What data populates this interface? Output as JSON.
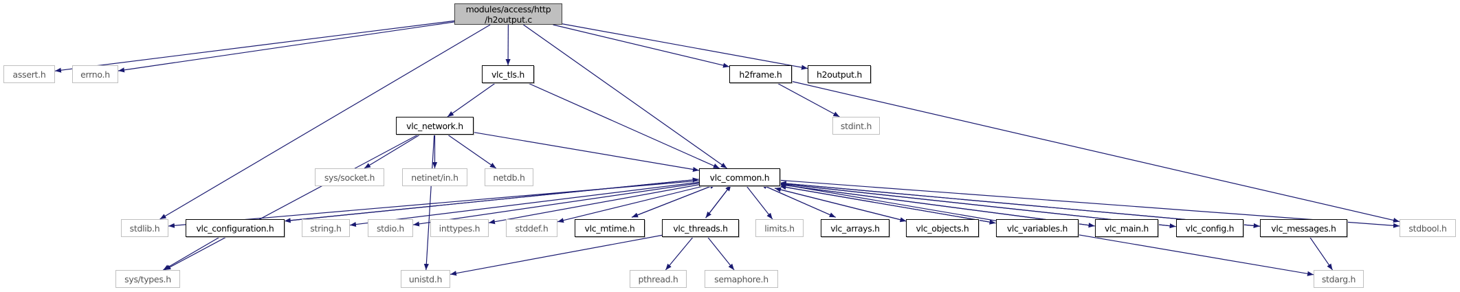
{
  "graph": {
    "edge_color": "#191970",
    "main_fill": "#bfbfbf",
    "nodes": [
      {
        "id": "main",
        "label": "modules/access/http\n/h2output.c",
        "kind": "main"
      },
      {
        "id": "assert",
        "label": "assert.h",
        "kind": "sys"
      },
      {
        "id": "errno",
        "label": "errno.h",
        "kind": "sys"
      },
      {
        "id": "vlc_tls",
        "label": "vlc_tls.h",
        "kind": "doc"
      },
      {
        "id": "h2frame",
        "label": "h2frame.h",
        "kind": "doc"
      },
      {
        "id": "h2output",
        "label": "h2output.h",
        "kind": "doc"
      },
      {
        "id": "vlc_network",
        "label": "vlc_network.h",
        "kind": "doc"
      },
      {
        "id": "stdint",
        "label": "stdint.h",
        "kind": "sys"
      },
      {
        "id": "sys_socket",
        "label": "sys/socket.h",
        "kind": "sys"
      },
      {
        "id": "netinet_in",
        "label": "netinet/in.h",
        "kind": "sys"
      },
      {
        "id": "netdb",
        "label": "netdb.h",
        "kind": "sys"
      },
      {
        "id": "vlc_common",
        "label": "vlc_common.h",
        "kind": "doc"
      },
      {
        "id": "stdlib",
        "label": "stdlib.h",
        "kind": "sys"
      },
      {
        "id": "vlc_configuration",
        "label": "vlc_configuration.h",
        "kind": "doc"
      },
      {
        "id": "string",
        "label": "string.h",
        "kind": "sys"
      },
      {
        "id": "stdio",
        "label": "stdio.h",
        "kind": "sys"
      },
      {
        "id": "inttypes",
        "label": "inttypes.h",
        "kind": "sys"
      },
      {
        "id": "stddef",
        "label": "stddef.h",
        "kind": "sys"
      },
      {
        "id": "vlc_mtime",
        "label": "vlc_mtime.h",
        "kind": "doc"
      },
      {
        "id": "vlc_threads",
        "label": "vlc_threads.h",
        "kind": "doc"
      },
      {
        "id": "limits",
        "label": "limits.h",
        "kind": "sys"
      },
      {
        "id": "vlc_arrays",
        "label": "vlc_arrays.h",
        "kind": "doc"
      },
      {
        "id": "vlc_objects",
        "label": "vlc_objects.h",
        "kind": "doc"
      },
      {
        "id": "vlc_variables",
        "label": "vlc_variables.h",
        "kind": "doc"
      },
      {
        "id": "vlc_main",
        "label": "vlc_main.h",
        "kind": "doc"
      },
      {
        "id": "vlc_config",
        "label": "vlc_config.h",
        "kind": "doc"
      },
      {
        "id": "vlc_messages",
        "label": "vlc_messages.h",
        "kind": "doc"
      },
      {
        "id": "stdbool",
        "label": "stdbool.h",
        "kind": "sys"
      },
      {
        "id": "sys_types",
        "label": "sys/types.h",
        "kind": "sys"
      },
      {
        "id": "unistd",
        "label": "unistd.h",
        "kind": "sys"
      },
      {
        "id": "pthread",
        "label": "pthread.h",
        "kind": "sys"
      },
      {
        "id": "semaphore",
        "label": "semaphore.h",
        "kind": "sys"
      },
      {
        "id": "stdarg",
        "label": "stdarg.h",
        "kind": "sys"
      }
    ],
    "edges": [
      [
        "main",
        "assert"
      ],
      [
        "main",
        "errno"
      ],
      [
        "main",
        "vlc_tls"
      ],
      [
        "main",
        "h2frame"
      ],
      [
        "main",
        "h2output"
      ],
      [
        "main",
        "stdlib"
      ],
      [
        "main",
        "vlc_common"
      ],
      [
        "vlc_tls",
        "vlc_network"
      ],
      [
        "vlc_tls",
        "vlc_common"
      ],
      [
        "h2frame",
        "stdint"
      ],
      [
        "h2frame",
        "stdbool"
      ],
      [
        "vlc_network",
        "sys_socket"
      ],
      [
        "vlc_network",
        "netinet_in"
      ],
      [
        "vlc_network",
        "netdb"
      ],
      [
        "vlc_network",
        "vlc_common"
      ],
      [
        "vlc_network",
        "sys_types"
      ],
      [
        "vlc_network",
        "unistd"
      ],
      [
        "vlc_common",
        "stdlib"
      ],
      [
        "vlc_common",
        "vlc_configuration"
      ],
      [
        "vlc_common",
        "string"
      ],
      [
        "vlc_common",
        "stdio"
      ],
      [
        "vlc_common",
        "inttypes"
      ],
      [
        "vlc_common",
        "stddef"
      ],
      [
        "vlc_common",
        "vlc_mtime"
      ],
      [
        "vlc_common",
        "vlc_threads"
      ],
      [
        "vlc_common",
        "limits"
      ],
      [
        "vlc_common",
        "vlc_arrays"
      ],
      [
        "vlc_common",
        "vlc_objects"
      ],
      [
        "vlc_common",
        "vlc_variables"
      ],
      [
        "vlc_common",
        "vlc_main"
      ],
      [
        "vlc_common",
        "vlc_config"
      ],
      [
        "vlc_common",
        "vlc_messages"
      ],
      [
        "vlc_common",
        "stdbool"
      ],
      [
        "vlc_common",
        "stdarg"
      ],
      [
        "vlc_configuration",
        "vlc_common"
      ],
      [
        "vlc_mtime",
        "vlc_common"
      ],
      [
        "vlc_threads",
        "vlc_common"
      ],
      [
        "vlc_arrays",
        "vlc_common"
      ],
      [
        "vlc_objects",
        "vlc_common"
      ],
      [
        "vlc_variables",
        "vlc_common"
      ],
      [
        "vlc_main",
        "vlc_common"
      ],
      [
        "vlc_config",
        "vlc_common"
      ],
      [
        "vlc_messages",
        "vlc_common"
      ],
      [
        "vlc_configuration",
        "sys_types"
      ],
      [
        "vlc_threads",
        "unistd"
      ],
      [
        "vlc_threads",
        "pthread"
      ],
      [
        "vlc_threads",
        "semaphore"
      ],
      [
        "vlc_messages",
        "stdarg"
      ]
    ]
  }
}
